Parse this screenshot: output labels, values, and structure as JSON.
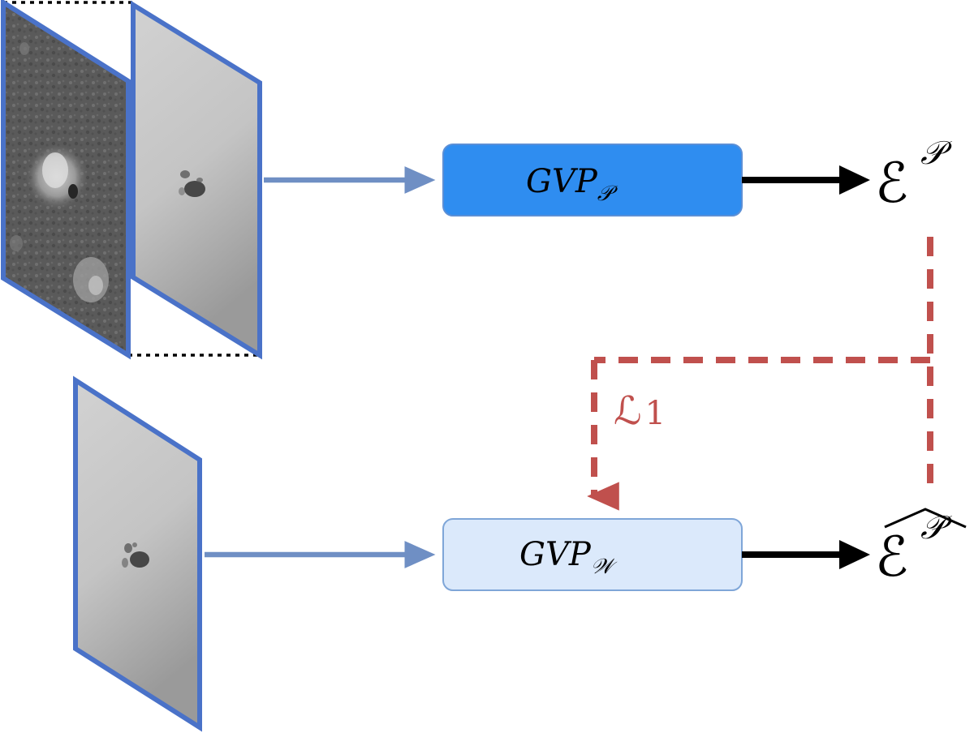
{
  "colors": {
    "frame_border": "#4a72c8",
    "arrow_input": "#6f8fc4",
    "arrow_output": "#000000",
    "loss_line": "#c0504d",
    "box_pretrained_fill": "#2f8df0",
    "box_pretrained_border": "#5b8fd6",
    "box_weak_fill": "#dbe9fb",
    "box_weak_border": "#7fa6d8",
    "background": "#ffffff"
  },
  "inputs": {
    "top_pair": [
      {
        "name": "magnetogram-frame",
        "content": "solar magnetogram patch (sunspot region, mottled texture)"
      },
      {
        "name": "continuum-frame",
        "content": "solar continuum image (dark sunspot)"
      }
    ],
    "bottom": {
      "name": "weak-input-frame",
      "content": "solar continuum image (dark sunspot)"
    }
  },
  "nodes": {
    "pretrained": {
      "base": "GVP",
      "subscript": "𝒫"
    },
    "weak": {
      "base": "GVP",
      "subscript": "𝒲"
    }
  },
  "outputs": {
    "pretrained": {
      "symbol": "ℰ",
      "superscript": "𝒫"
    },
    "weak": {
      "symbol": "ℰ",
      "superscript": "𝒫",
      "hat": "︿"
    }
  },
  "loss": {
    "symbol": "ℒ",
    "subscript": "1"
  }
}
